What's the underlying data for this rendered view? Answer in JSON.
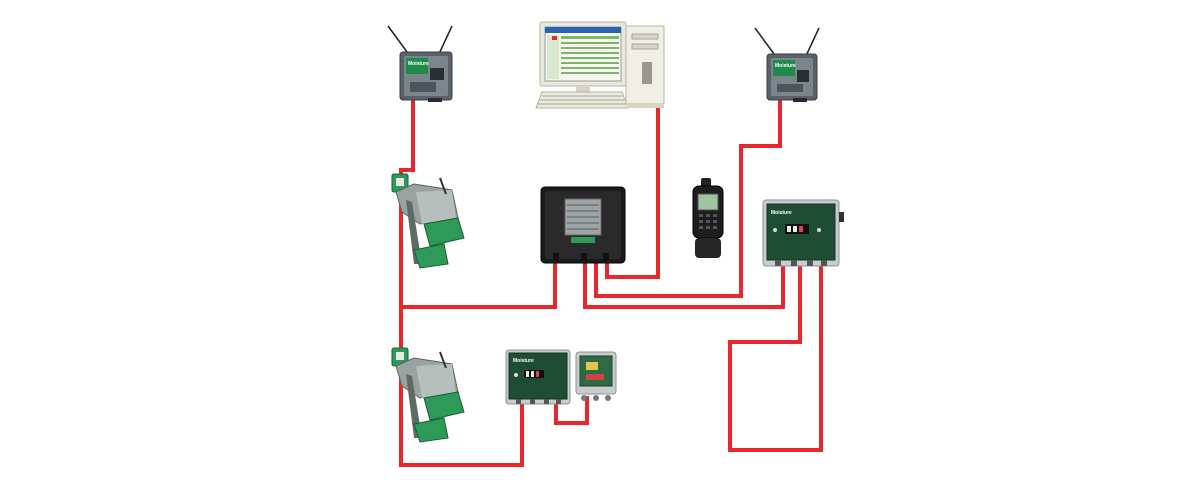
{
  "diagram": {
    "colors": {
      "cable": "#e8272c",
      "enclosure_green": "#1f4d34",
      "enclosure_frame": "#c9cdd0",
      "controller_body": "#1a1a1a",
      "feeder_green": "#2e9a5a",
      "screen_bg": "#f2f2e6"
    },
    "devices": [
      {
        "id": "radio-modem-left",
        "kind": "radio-modem",
        "icon": "antenna-icon",
        "brand": "Moisture"
      },
      {
        "id": "radio-modem-right",
        "kind": "radio-modem",
        "icon": "antenna-icon",
        "brand": "Moisture"
      },
      {
        "id": "pc-workstation",
        "kind": "desktop-computer",
        "icon": "computer-icon"
      },
      {
        "id": "feeder-upper",
        "kind": "feeder-trough",
        "icon": "feeder-icon"
      },
      {
        "id": "feeder-lower",
        "kind": "feeder-trough",
        "icon": "feeder-icon"
      },
      {
        "id": "central-controller",
        "kind": "control-box",
        "icon": "controller-icon"
      },
      {
        "id": "handheld-terminal",
        "kind": "handheld",
        "icon": "handheld-icon"
      },
      {
        "id": "control-unit-large",
        "kind": "control-unit",
        "icon": "control-unit-icon",
        "brand": "Moisture"
      },
      {
        "id": "control-unit-small",
        "kind": "control-unit",
        "icon": "control-unit-icon",
        "brand": "Moisture"
      },
      {
        "id": "junction-box",
        "kind": "junction-box",
        "icon": "junction-box-icon"
      }
    ]
  }
}
